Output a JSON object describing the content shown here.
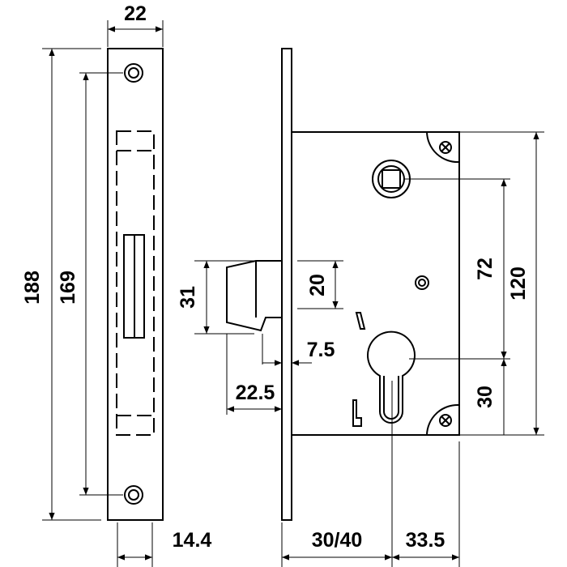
{
  "dimensions": {
    "faceplate_width": "22",
    "overall_height": "188",
    "screw_spacing": "169",
    "latch_height": "31",
    "bolt_height": "20",
    "latch_projection": "22.5",
    "forend_thickness": "7.5",
    "spindle_to_cylinder": "72",
    "case_height": "120",
    "cylinder_to_bottom": "30",
    "backset_offset": "14.4",
    "backset": "30/40",
    "cylinder_to_back": "33.5"
  },
  "colors": {
    "stroke": "#000000",
    "background": "#ffffff"
  }
}
